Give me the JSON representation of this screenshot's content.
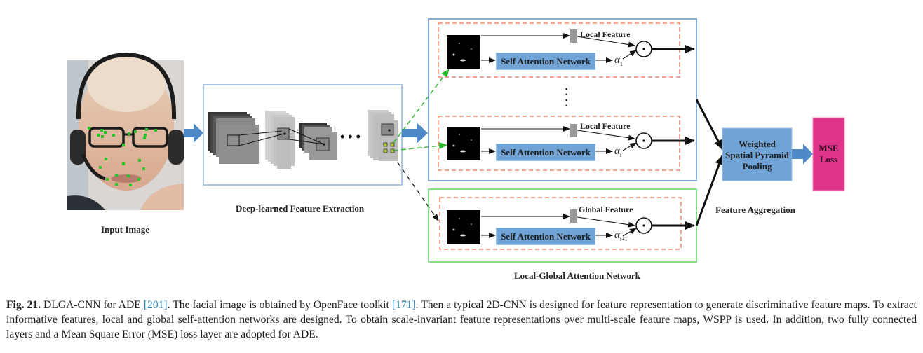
{
  "figure": {
    "input_image": {
      "label": "Input Image",
      "description": "Face photo with green facial landmark markers"
    },
    "feature_extraction": {
      "label": "Deep-learned Feature Extraction",
      "ellipsis": "• • •"
    },
    "attention_network": {
      "label": "Local-Global Attention Network",
      "branches": [
        {
          "feature_label": "Local Feature",
          "san_label": "Self Attention Network",
          "alpha": "α",
          "alpha_sub": "1",
          "operator": "⊙"
        },
        {
          "feature_label": "Local Feature",
          "san_label": "Self Attention Network",
          "alpha": "α",
          "alpha_sub": "i",
          "operator": "⊙"
        },
        {
          "feature_label": "Global Feature",
          "san_label": "Self Attention Network",
          "alpha": "α",
          "alpha_sub": "i+1",
          "operator": "⊙"
        }
      ],
      "vertical_ellipsis": "⋮"
    },
    "aggregation": {
      "label": "Feature Aggregation",
      "wspp_lines": [
        "Weighted",
        "Spatial Pyramid",
        "Pooling"
      ]
    },
    "loss": {
      "lines": [
        "MSE",
        "Loss"
      ]
    },
    "colors": {
      "blue_box": "#70a3d6",
      "blue_border": "#5b8fcc",
      "green_border": "#5fd35f",
      "orange_dash": "#f07050",
      "mse_pink": "#e0338a",
      "arrow_blue": "#4f88c6",
      "green_dash": "#2db82d"
    }
  },
  "caption": {
    "fig_label": "Fig. 21.",
    "text_1": " DLGA-CNN for ADE ",
    "ref_1": "[201]",
    "text_2": ". The facial image is obtained by OpenFace toolkit ",
    "ref_2": "[171]",
    "text_3": ". Then a typical 2D-CNN is designed for feature representation to generate discriminative feature maps. To extract informative features, local and global self-attention networks are designed. To obtain scale-invariant feature representations over multi-scale feature maps, WSPP is used. In addition, two fully connected layers and a Mean Square Error (MSE) loss layer are adopted for ADE."
  }
}
